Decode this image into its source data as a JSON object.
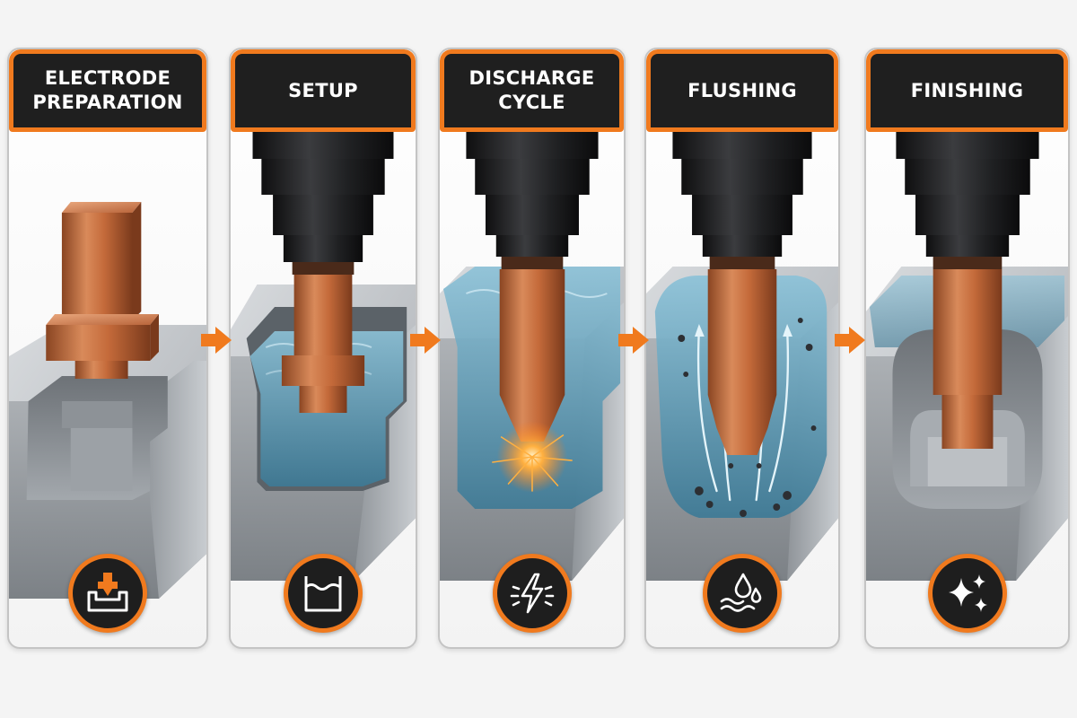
{
  "steps": [
    {
      "title": "ELECTRODE\nPREPARATION",
      "icon": "electrode-mold-icon"
    },
    {
      "title": "SETUP",
      "icon": "dielectric-tank-icon"
    },
    {
      "title": "DISCHARGE\nCYCLE",
      "icon": "spark-bolt-icon"
    },
    {
      "title": "FLUSHING",
      "icon": "water-drops-icon"
    },
    {
      "title": "FINISHING",
      "icon": "sparkle-icon"
    }
  ],
  "colors": {
    "accent": "#f07a1e",
    "header_bg": "#1f1f1f",
    "copper": "#c46a3a",
    "steel": "#9a9ea3",
    "fluid": "#4f8ca8"
  }
}
